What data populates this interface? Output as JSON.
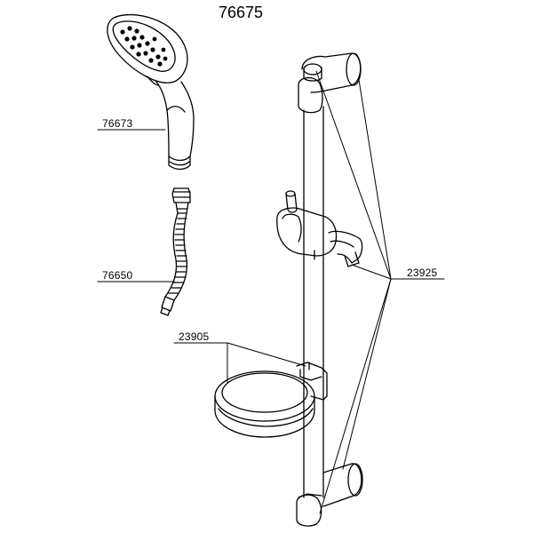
{
  "title": "76675",
  "labels": {
    "hand_shower": "76673",
    "hose": "76650",
    "soap_dish": "23905",
    "rail_parts": "23925"
  },
  "colors": {
    "line": "#000000",
    "background": "#ffffff"
  }
}
